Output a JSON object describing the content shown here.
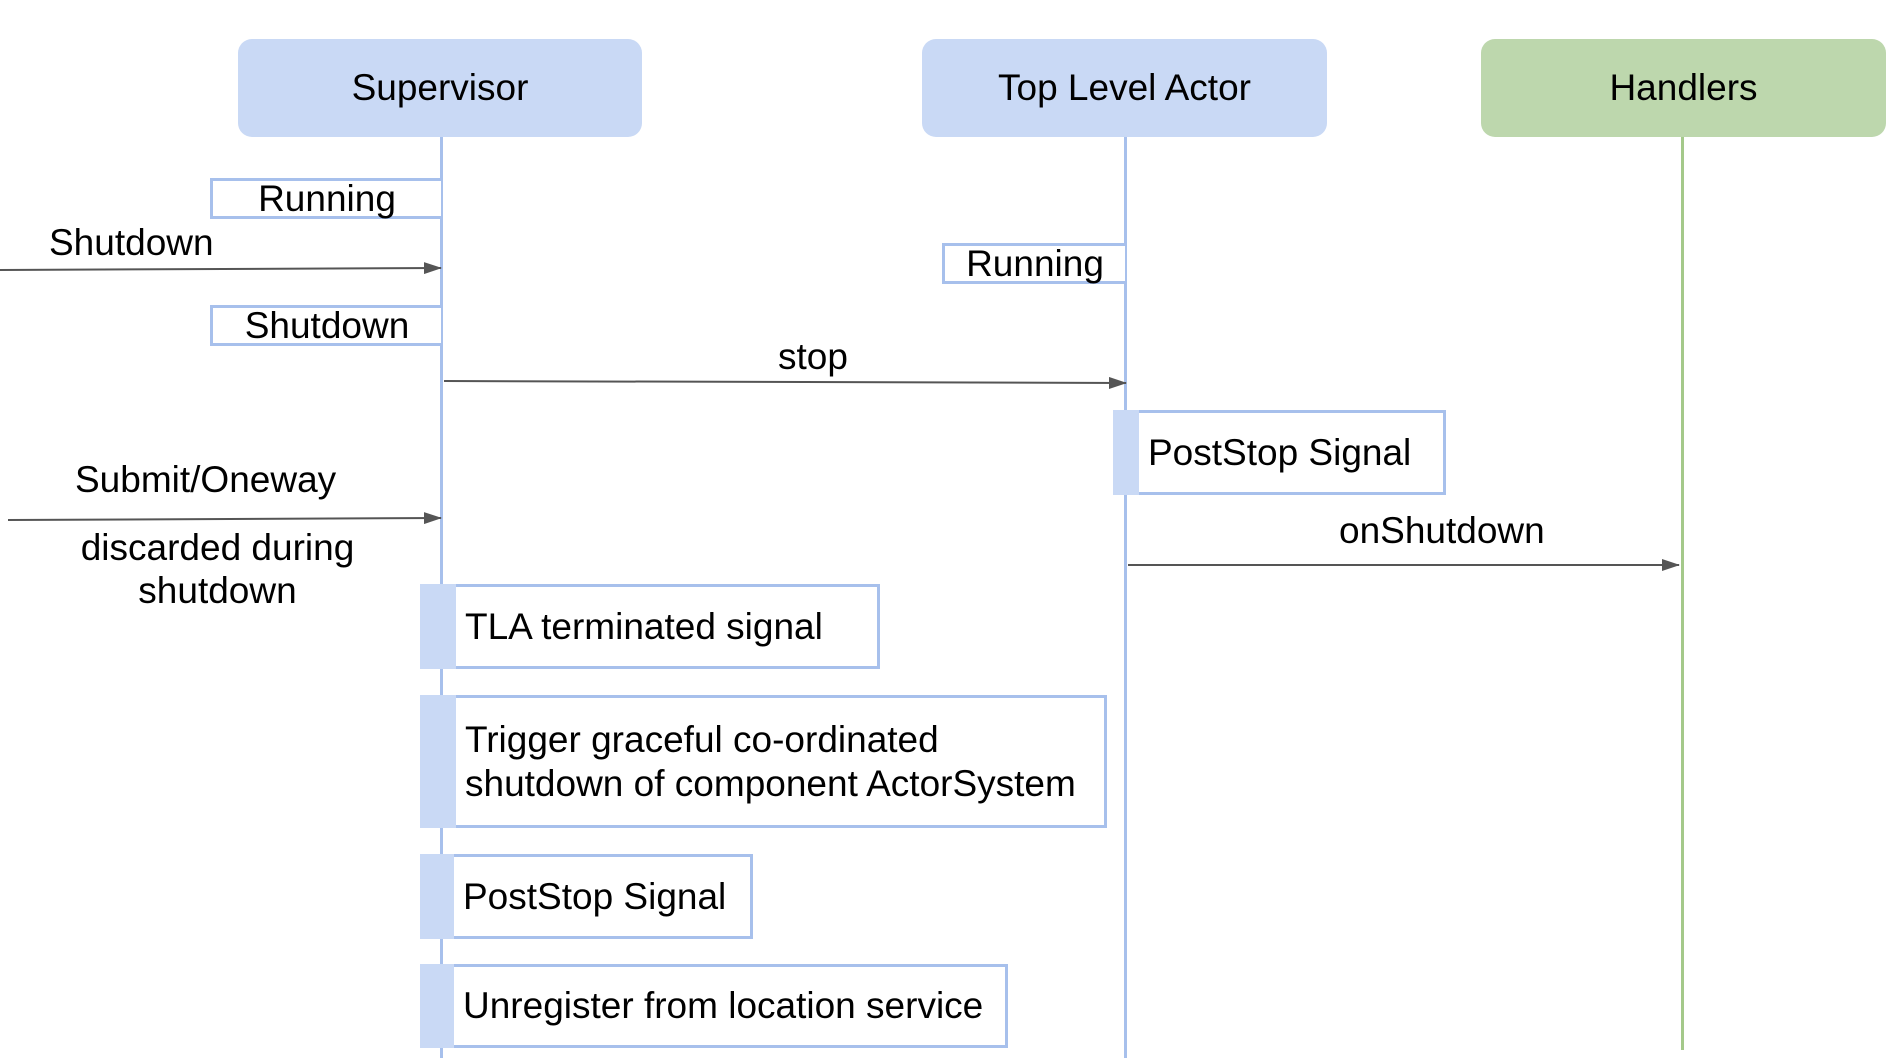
{
  "lifelines": {
    "supervisor": "Supervisor",
    "tla": "Top Level Actor",
    "handlers": "Handlers"
  },
  "states": {
    "supervisor_running": "Running",
    "supervisor_shutdown": "Shutdown",
    "tla_running": "Running"
  },
  "messages": {
    "shutdown_in": "Shutdown",
    "stop": "stop",
    "submit_oneway": "Submit/Oneway",
    "discarded_line1": "discarded during",
    "discarded_line2": "shutdown",
    "on_shutdown": "onShutdown"
  },
  "activations": {
    "tla_poststop": "PostStop Signal",
    "tla_terminated": "TLA terminated signal",
    "graceful_line1": "Trigger graceful co-ordinated",
    "graceful_line2": "shutdown of component ActorSystem",
    "supervisor_poststop": "PostStop Signal",
    "unregister": "Unregister from location service"
  },
  "colors": {
    "lifeline_blue": "#a7c0ec",
    "header_blue": "#c9d9f5",
    "header_green": "#bdd7ad",
    "lifeline_green": "#a4c98a",
    "arrow": "#555555"
  }
}
